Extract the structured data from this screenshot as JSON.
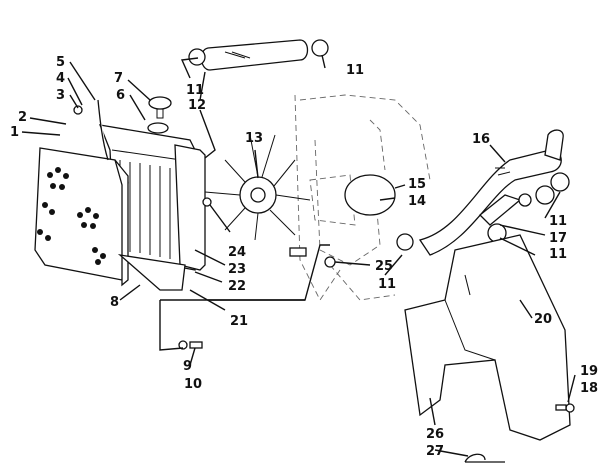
{
  "callouts": [
    "1",
    "2",
    "3",
    "4",
    "5",
    "6",
    "7",
    "8",
    "9",
    "10",
    "11",
    "11",
    "11",
    "11",
    "11",
    "12",
    "13",
    "14",
    "15",
    "16",
    "17",
    "18",
    "19",
    "20",
    "21",
    "22",
    "23",
    "24",
    "25",
    "26",
    "27"
  ],
  "colors": {
    "ink": "#111111",
    "paper": "#ffffff",
    "frame": "#666666"
  }
}
